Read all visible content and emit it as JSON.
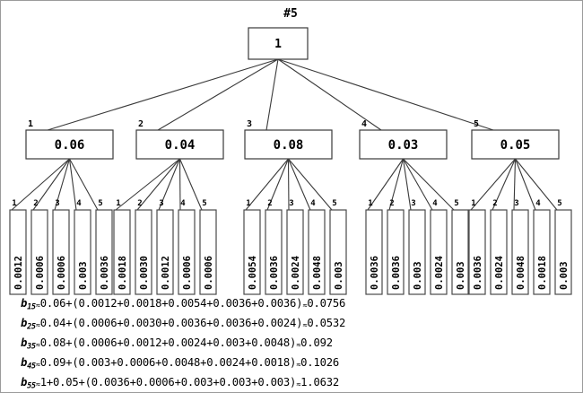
{
  "title": "#5",
  "colors": {
    "stroke": "#3a3a3a",
    "background": "#ffffff",
    "border": "#9b9b9b",
    "text": "#000000"
  },
  "root": {
    "label": "1"
  },
  "level2": [
    {
      "index": "1",
      "value": "0.06"
    },
    {
      "index": "2",
      "value": "0.04"
    },
    {
      "index": "3",
      "value": "0.08"
    },
    {
      "index": "4",
      "value": "0.03"
    },
    {
      "index": "5",
      "value": "0.05"
    }
  ],
  "leaf_groups": [
    {
      "parent": "1",
      "leaves": [
        {
          "index": "1",
          "value": "0.0012"
        },
        {
          "index": "2",
          "value": "0.0006"
        },
        {
          "index": "3",
          "value": "0.0006"
        },
        {
          "index": "4",
          "value": "0.003"
        },
        {
          "index": "5",
          "value": "0.0036"
        }
      ]
    },
    {
      "parent": "2",
      "leaves": [
        {
          "index": "1",
          "value": "0.0018"
        },
        {
          "index": "2",
          "value": "0.0030"
        },
        {
          "index": "3",
          "value": "0.0012"
        },
        {
          "index": "4",
          "value": "0.0006"
        },
        {
          "index": "5",
          "value": "0.0006"
        }
      ]
    },
    {
      "parent": "3",
      "leaves": [
        {
          "index": "1",
          "value": "0.0054"
        },
        {
          "index": "2",
          "value": "0.0036"
        },
        {
          "index": "3",
          "value": "0.0024"
        },
        {
          "index": "4",
          "value": "0.0048"
        },
        {
          "index": "5",
          "value": "0.003"
        }
      ]
    },
    {
      "parent": "4",
      "leaves": [
        {
          "index": "1",
          "value": "0.0036"
        },
        {
          "index": "2",
          "value": "0.0036"
        },
        {
          "index": "3",
          "value": "0.003"
        },
        {
          "index": "4",
          "value": "0.0024"
        },
        {
          "index": "5",
          "value": "0.003"
        }
      ]
    },
    {
      "parent": "5",
      "leaves": [
        {
          "index": "1",
          "value": "0.0036"
        },
        {
          "index": "2",
          "value": "0.0024"
        },
        {
          "index": "3",
          "value": "0.0048"
        },
        {
          "index": "4",
          "value": "0.0018"
        },
        {
          "index": "5",
          "value": "0.003"
        }
      ]
    }
  ],
  "formulas": [
    {
      "var": "b",
      "sub": "15",
      "approx": "≈",
      "expression": "0.06+(0.0012+0.0018+0.0054+0.0036+0.0036)",
      "approx2": "≈",
      "result": "0.0756"
    },
    {
      "var": "b",
      "sub": "25",
      "approx": "≈",
      "expression": "0.04+(0.0006+0.0030+0.0036+0.0036+0.0024)",
      "approx2": "≈",
      "result": "0.0532"
    },
    {
      "var": "b",
      "sub": "35",
      "approx": "≈",
      "expression": "0.08+(0.0006+0.0012+0.0024+0.003+0.0048)",
      "approx2": "≈",
      "result": "0.092"
    },
    {
      "var": "b",
      "sub": "45",
      "approx": "≈",
      "expression": "0.09+(0.003+0.0006+0.0048+0.0024+0.0018)",
      "approx2": "≈",
      "result": "0.1026"
    },
    {
      "var": "b",
      "sub": "55",
      "approx": "≈",
      "expression": "1+0.05+(0.0036+0.0006+0.003+0.003+0.003)",
      "approx2": "≈",
      "result": "1.0632"
    }
  ]
}
